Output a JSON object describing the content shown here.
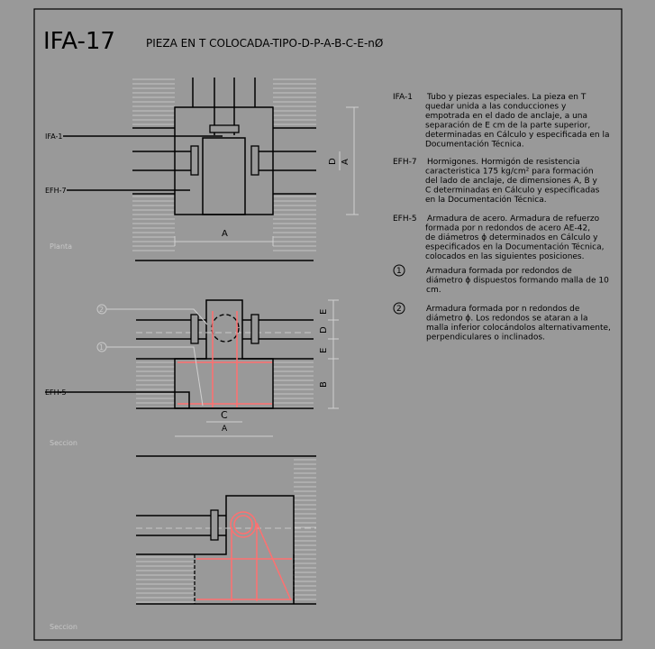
{
  "header": {
    "code": "IFA-17",
    "title": "PIEZA EN T COLOCADA-TIPO-D-P-A-B-C-E-nØ"
  },
  "plan": {
    "view_label": "Planta",
    "callout_ifa1": "IFA-1",
    "callout_efh7": "EFH-7",
    "dim_a": "A",
    "dim_d": "D",
    "dim_a_right": "A"
  },
  "section1": {
    "view_label": "Seccion",
    "callout_efh5": "EFH-5",
    "marker_1": "1",
    "marker_2": "2",
    "dim_c": "C",
    "dim_a": "A",
    "dim_e_top": "E",
    "dim_d": "D",
    "dim_e_mid": "E",
    "dim_b": "B"
  },
  "section2": {
    "view_label": "Seccion"
  },
  "notes": [
    {
      "code": "IFA-1",
      "lines": [
        "Tubo y piezas especiales. La pieza en T",
        "quedar unida a las conducciones y",
        "empotrada en el dado de anclaje, a una",
        "separación de E cm de la parte superior,",
        "determinadas en Cálculo y especificada en la",
        "Documentación Técnica."
      ]
    },
    {
      "code": "EFH-7",
      "lines": [
        "Hormigones. Hormigón de resistencia",
        "caracteristica 175 kg/cm² para formación",
        "del lado de anclaje, de dimensiones A, B y",
        "C determinadas en Cálculo y especificadas",
        "en la Documentación Técnica."
      ]
    },
    {
      "code": "EFH-5",
      "lines": [
        "Armadura de acero. Armadura de refuerzo",
        "formada por n redondos de acero AE-42,",
        "de diámetros ϕ determinados en Cálculo y",
        "especificados en la Documentación Técnica,",
        "colocados en las siguientes posiciones."
      ]
    },
    {
      "code": "1",
      "lines": [
        "Armadura formada por redondos de",
        "diámetro ϕ dispuestos formando malla de 10",
        "cm."
      ]
    },
    {
      "code": "2",
      "lines": [
        "Armadura formada por n redondos de",
        "diámetro ϕ. Los redondos se ataran a la",
        "malla inferior colocándolos alternativamente,",
        "perpendiculares o inclinados."
      ]
    }
  ],
  "colors": {
    "background": "#999999",
    "rebar": "#ff7070",
    "line": "#000000"
  }
}
